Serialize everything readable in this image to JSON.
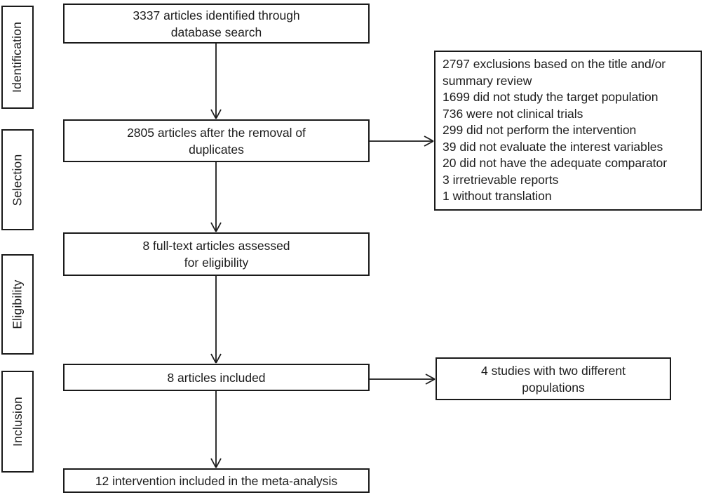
{
  "figure": {
    "type": "prisma-flow-diagram",
    "background": "#ffffff",
    "border_color": "#1a1a1a",
    "text_color": "#1c1c1c"
  },
  "stages": [
    {
      "label": "Identification"
    },
    {
      "label": "Selection"
    },
    {
      "label": "Eligibility"
    },
    {
      "label": "Inclusion"
    }
  ],
  "flow": {
    "box1": {
      "line1": "3337 articles identified through",
      "line2": "database search"
    },
    "box2": {
      "line1": "2805 articles after the removal of",
      "line2": "duplicates"
    },
    "box3": {
      "line1": "8 full-text articles assessed",
      "line2": "for eligibility"
    },
    "box4": {
      "line1": "8 articles included"
    },
    "box5": {
      "line1": "12 intervention included in the meta-analysis"
    }
  },
  "side": {
    "exclusions": {
      "lines": [
        "2797 exclusions based on the title and/or summary review",
        "1699 did not study the target population",
        "736 were not clinical trials",
        "299 did not perform the intervention",
        "39 did not evaluate the interest variables",
        "20 did not have the adequate comparator",
        "3 irretrievable reports",
        "1 without translation"
      ]
    },
    "populations": {
      "line1": "4 studies with two different",
      "line2": "populations"
    }
  }
}
